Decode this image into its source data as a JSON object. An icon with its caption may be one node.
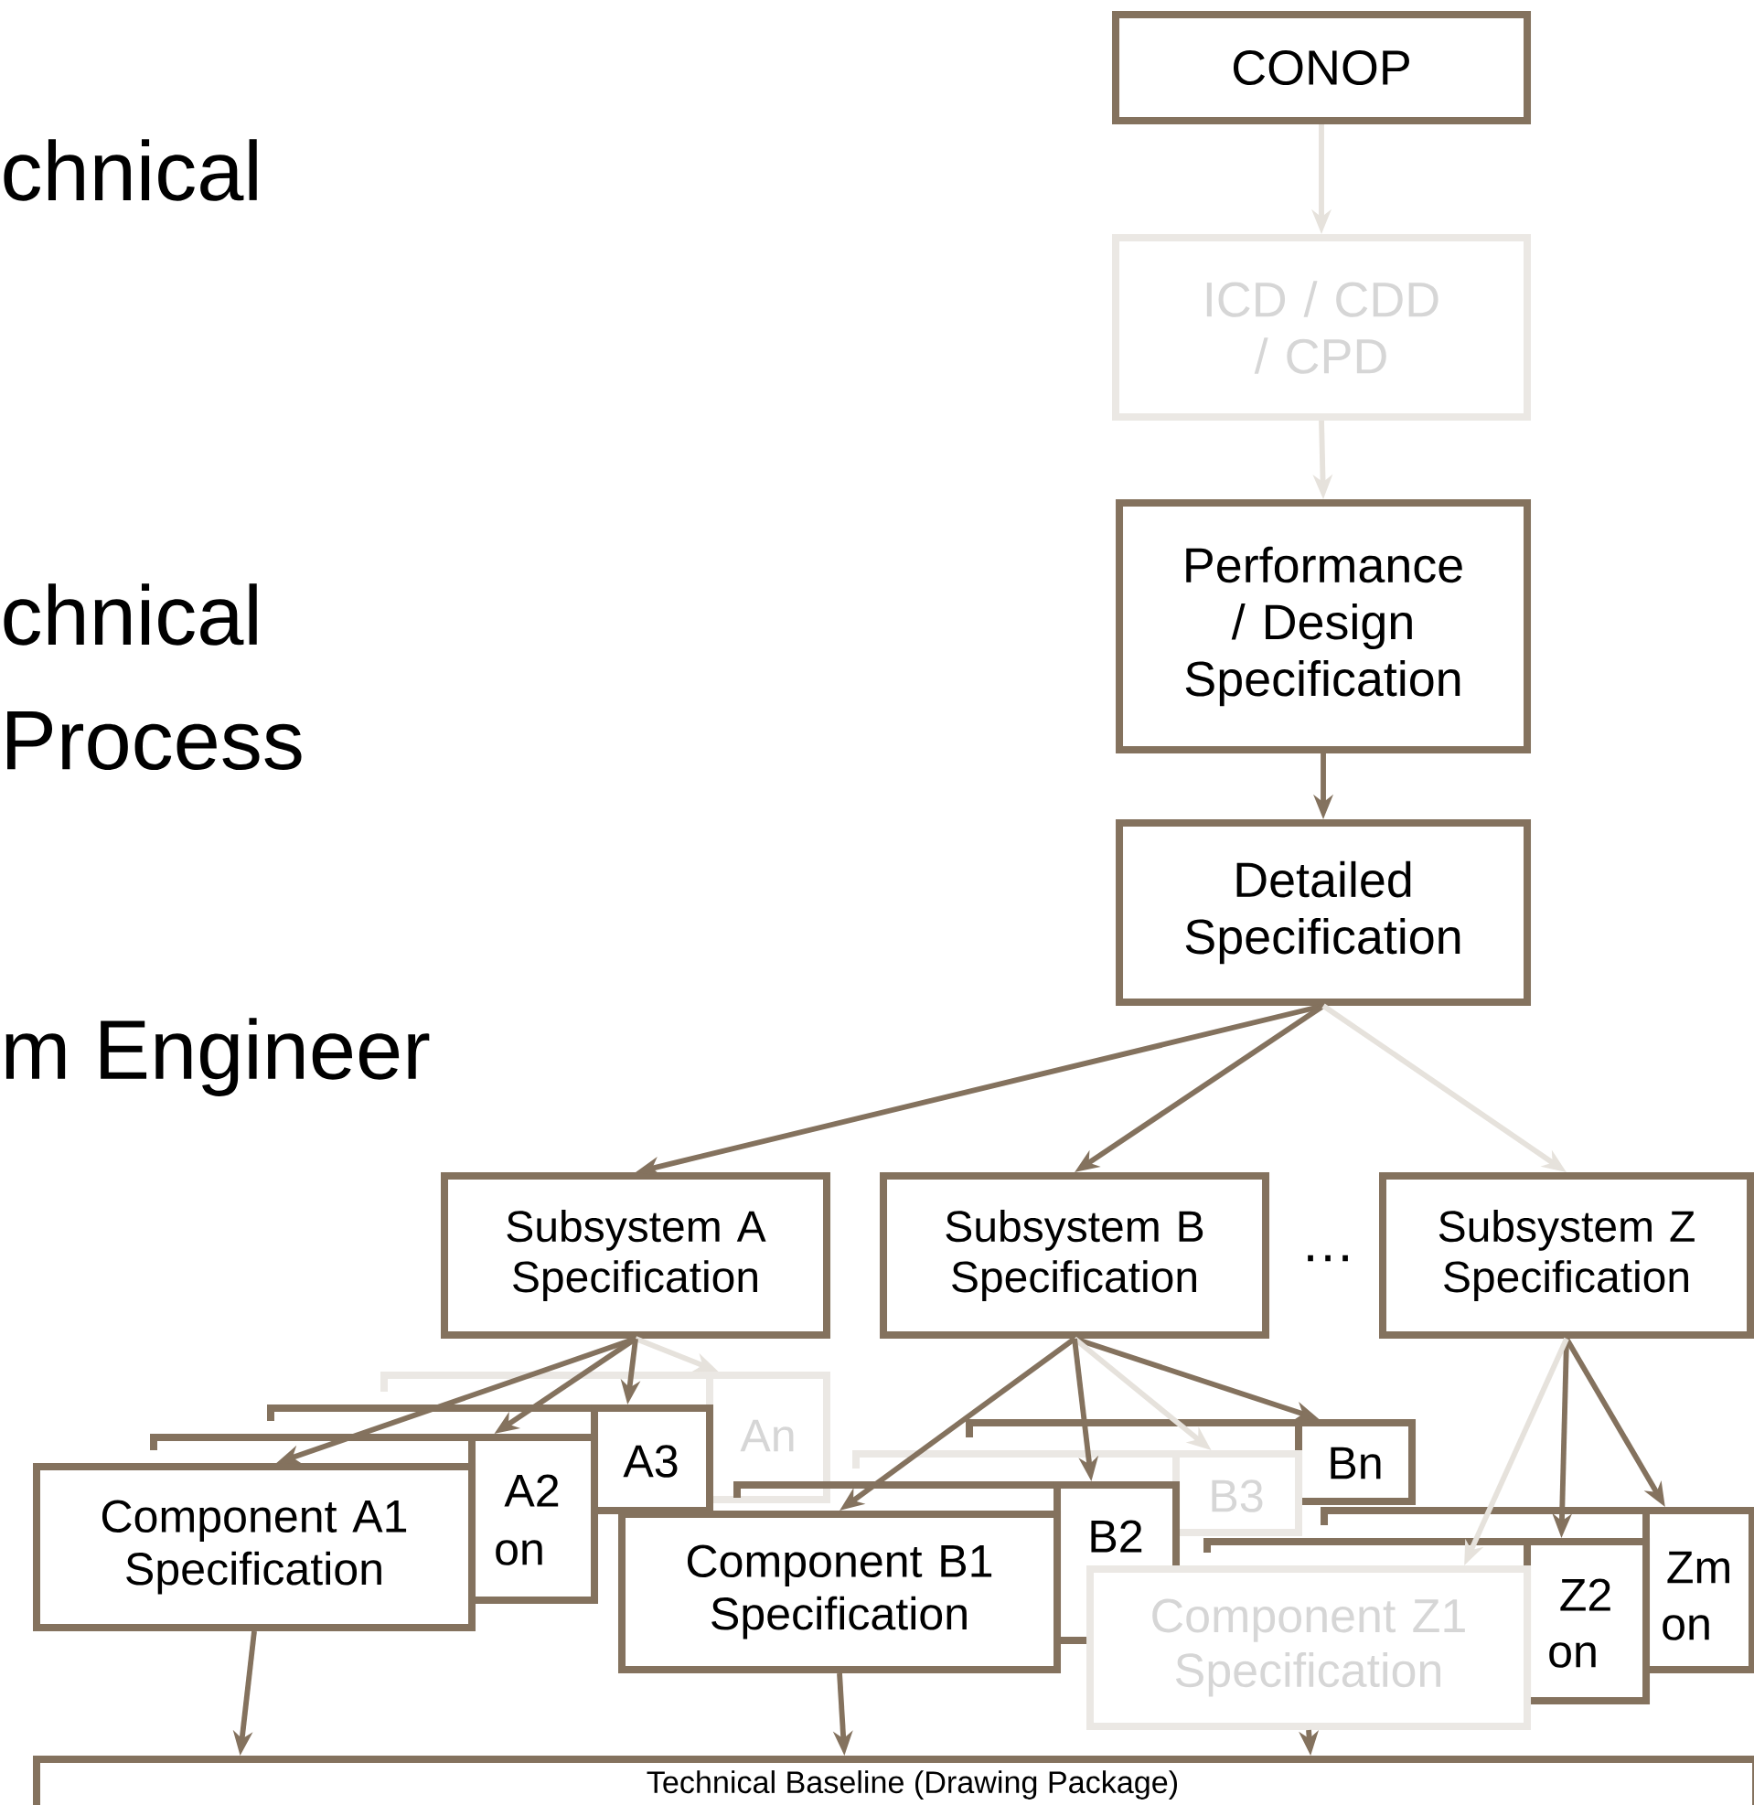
{
  "diagram": {
    "nodes": [
      {
        "text": [
          "CONOP"
        ]
      },
      {
        "text": [
          "ICD / CDD / CPD"
        ]
      },
      {
        "text": [
          "Performance / Design Specification"
        ]
      },
      {
        "text": [
          "Detailed Specification"
        ]
      },
      {
        "text": [
          "Subsystem A Specification"
        ]
      },
      {
        "text": [
          "Subsystem B Specification"
        ]
      },
      {
        "text": [
          "Subsystem Z Specification"
        ]
      },
      {
        "text": [
          "An"
        ]
      },
      {
        "text": [
          "A3"
        ]
      },
      {
        "text": [
          "A2",
          "on"
        ]
      },
      {
        "text": [
          "Component A1 Specification"
        ]
      },
      {
        "text": [
          "Bn"
        ]
      },
      {
        "text": [
          "B3"
        ]
      },
      {
        "text": [
          "B2"
        ]
      },
      {
        "text": [
          "Component B1 Specification"
        ]
      },
      {
        "text": [
          "Zm",
          "on"
        ]
      },
      {
        "text": [
          "Z2",
          "on"
        ]
      },
      {
        "text": [
          "Component Z1 Specification"
        ]
      },
      {
        "text": [
          "Technical Baseline (Drawing Package)"
        ]
      }
    ],
    "edges": [
      {
        "from": 0,
        "to": 1,
        "arrow": "to",
        "color": "#e6e2dc"
      },
      {
        "from": 1,
        "to": 2,
        "arrow": "to",
        "color": "#e6e2dc"
      },
      {
        "from": 2,
        "to": 3,
        "arrow": "to"
      },
      {
        "from": 3,
        "to": 4,
        "arrow": "to"
      },
      {
        "from": 3,
        "to": 5,
        "arrow": "to"
      },
      {
        "from": 3,
        "to": 6,
        "arrow": "to",
        "color": "#e6e2dc"
      },
      {
        "from": 4,
        "to": 7,
        "arrow": "to",
        "color": "#e6e2dc"
      },
      {
        "from": 4,
        "to": 8,
        "arrow": "to"
      },
      {
        "from": 4,
        "to": 9,
        "arrow": "to"
      },
      {
        "from": 4,
        "to": 10,
        "arrow": "to"
      },
      {
        "from": 5,
        "to": 11,
        "arrow": "to"
      },
      {
        "from": 5,
        "to": 12,
        "arrow": "to",
        "color": "#e6e2dc"
      },
      {
        "from": 5,
        "to": 13,
        "arrow": "to"
      },
      {
        "from": 5,
        "to": 14,
        "arrow": "to"
      },
      {
        "from": 6,
        "to": 15,
        "arrow": "to"
      },
      {
        "from": 6,
        "to": 16,
        "arrow": "to"
      },
      {
        "from": 6,
        "to": 17,
        "arrow": "to",
        "color": "#e6e2dc"
      },
      {
        "from": 10,
        "to": 18,
        "arrow": "to"
      },
      {
        "from": 14,
        "to": 18,
        "arrow": "to"
      },
      {
        "from": 17,
        "to": 18,
        "arrow": "to"
      }
    ],
    "labels": [
      "chnical",
      "chnical",
      "Process",
      "m Engineer",
      "…"
    ]
  }
}
